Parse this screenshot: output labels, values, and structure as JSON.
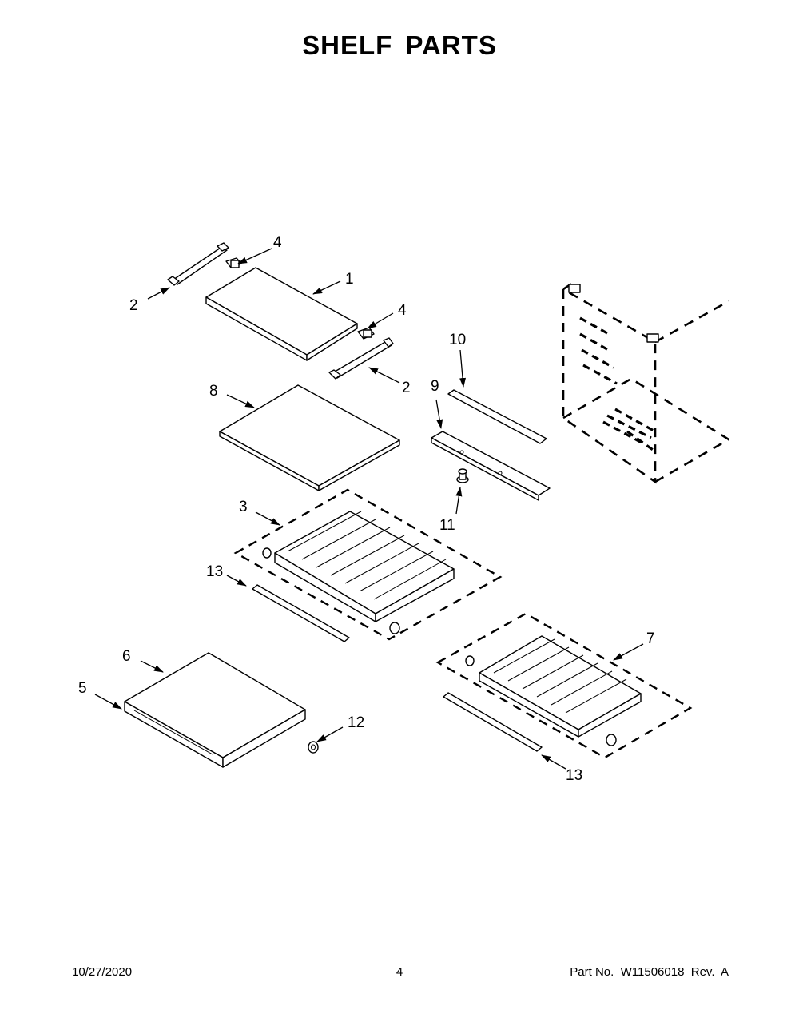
{
  "header": {
    "title": "SHELF PARTS"
  },
  "callouts": {
    "c1": "1",
    "c2a": "2",
    "c2b": "2",
    "c3": "3",
    "c4a": "4",
    "c4b": "4",
    "c5": "5",
    "c6": "6",
    "c7": "7",
    "c8": "8",
    "c9": "9",
    "c10": "10",
    "c11": "11",
    "c12": "12",
    "c13a": "13",
    "c13b": "13"
  },
  "footer": {
    "date": "10/27/2020",
    "page": "4",
    "part_number": "Part No.  W11506018  Rev.  A"
  }
}
